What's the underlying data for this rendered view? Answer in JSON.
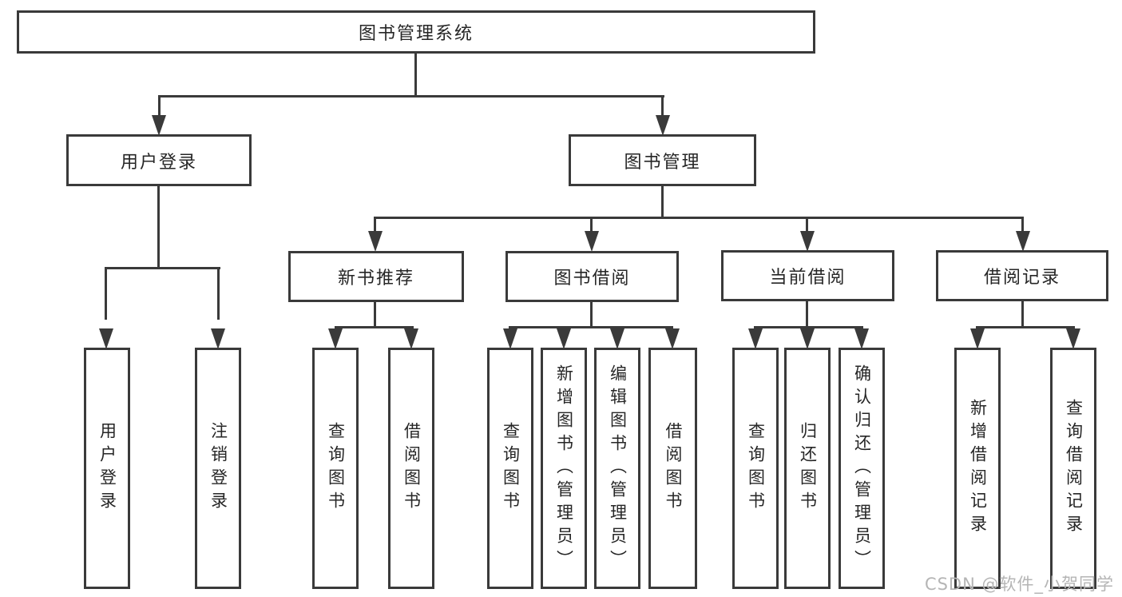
{
  "colors": {
    "line": "#3a3a3a",
    "text": "#262626",
    "watermark": "#b5b5b5",
    "background": "#ffffff"
  },
  "watermark": {
    "text": "CSDN @软件_小贺同学"
  },
  "diagram": {
    "root": {
      "label": "图书管理系统"
    },
    "level1": [
      {
        "label": "用户登录"
      },
      {
        "label": "图书管理"
      }
    ],
    "level2": [
      {
        "label": "新书推荐"
      },
      {
        "label": "图书借阅"
      },
      {
        "label": "当前借阅"
      },
      {
        "label": "借阅记录"
      }
    ],
    "leaves": {
      "user_login": [
        "用户登录",
        "注销登录"
      ],
      "new_book_recommend": [
        "查询图书",
        "借阅图书"
      ],
      "book_borrow": [
        "查询图书",
        "新增图书（管理员）",
        "编辑图书（管理员）",
        "借阅图书"
      ],
      "current_borrow": [
        "查询图书",
        "归还图书",
        "确认归还（管理员）"
      ],
      "borrow_records": [
        "新增借阅记录",
        "查询借阅记录"
      ]
    }
  }
}
